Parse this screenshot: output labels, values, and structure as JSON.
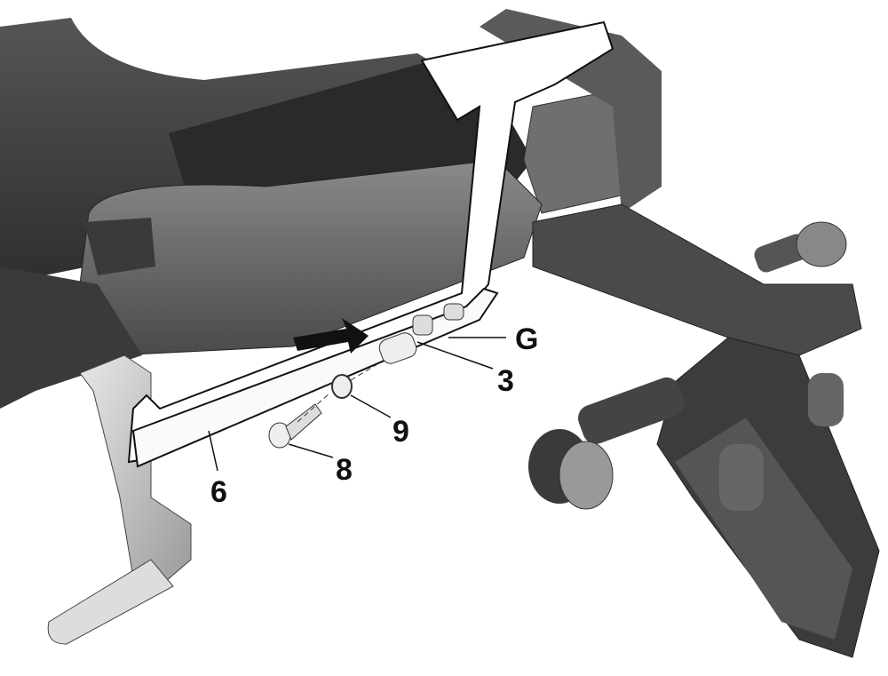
{
  "labels": {
    "g": "G",
    "part3": "3",
    "part9": "9",
    "part8": "8",
    "part6": "6"
  },
  "colors": {
    "body_dark": "#3c3c3c",
    "body_mid": "#6a6a6a",
    "body_light": "#9a9a9a",
    "bracket": "#ffffff",
    "outline": "#111111"
  }
}
